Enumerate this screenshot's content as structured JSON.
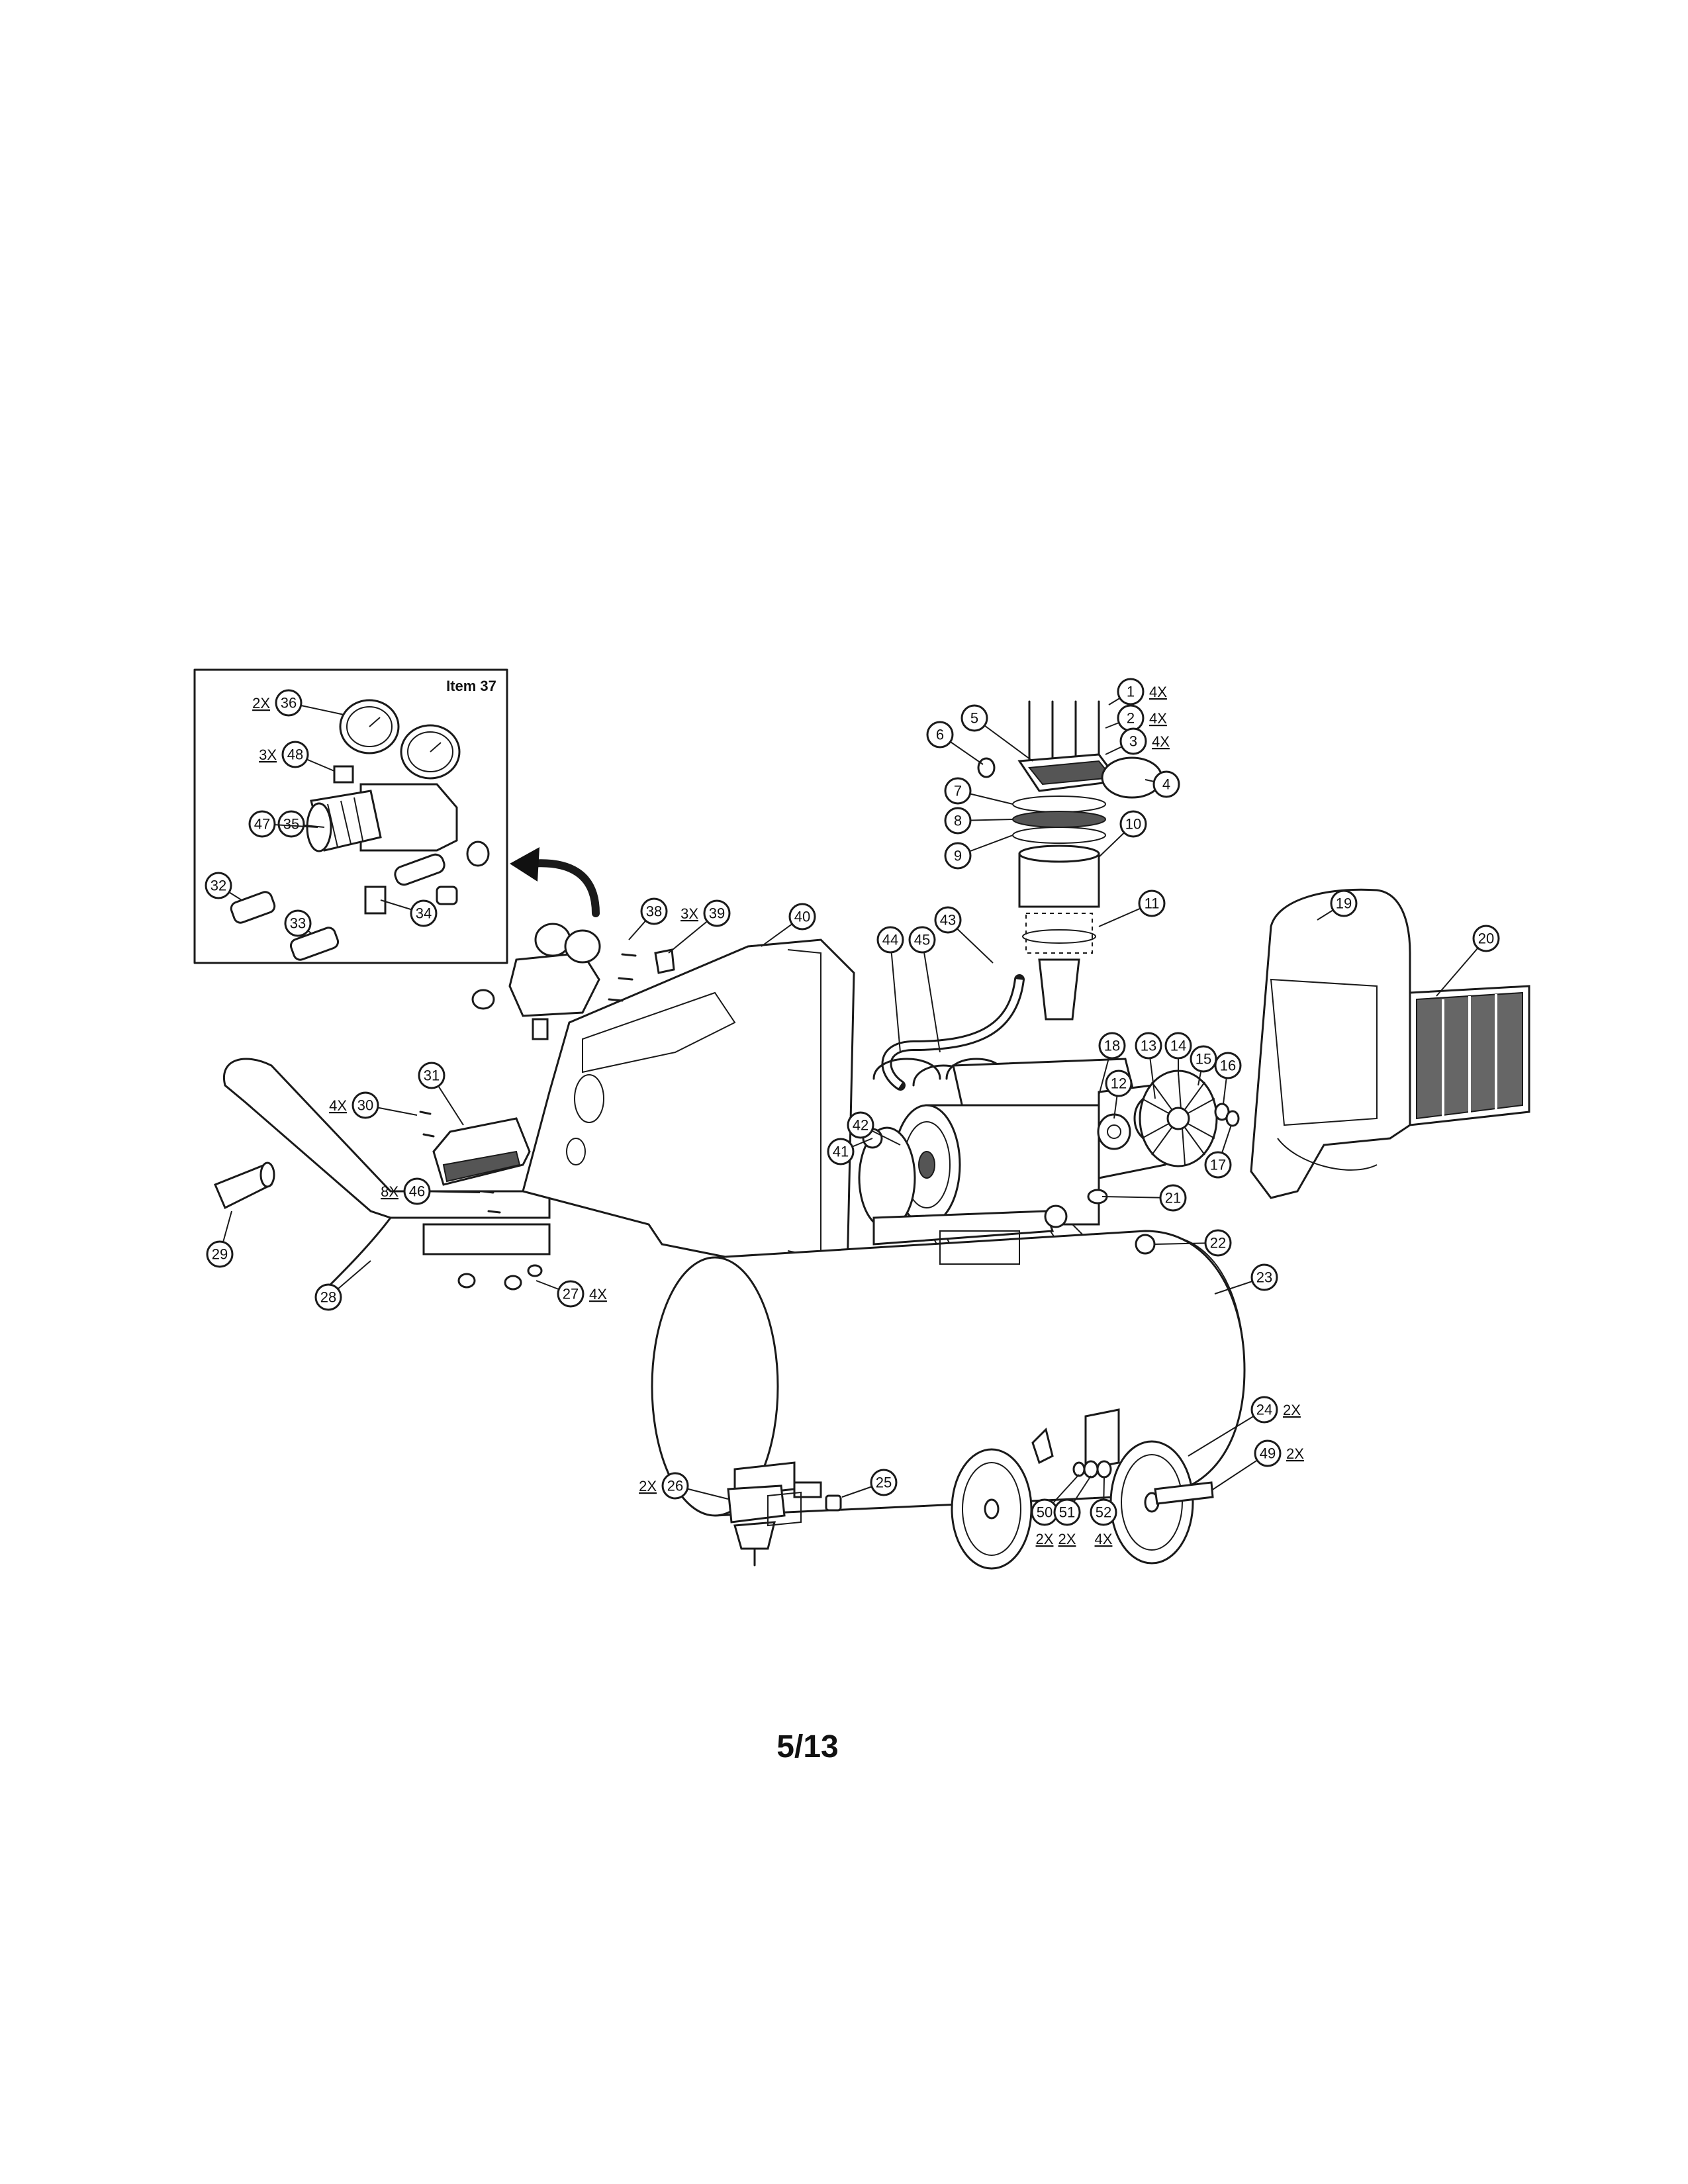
{
  "inset": {
    "title": "Item 37"
  },
  "callouts": [
    {
      "n": "1",
      "qty": "4X"
    },
    {
      "n": "2",
      "qty": "4X"
    },
    {
      "n": "3",
      "qty": "4X"
    },
    {
      "n": "4",
      "qty": ""
    },
    {
      "n": "5",
      "qty": ""
    },
    {
      "n": "6",
      "qty": ""
    },
    {
      "n": "7",
      "qty": ""
    },
    {
      "n": "8",
      "qty": ""
    },
    {
      "n": "9",
      "qty": ""
    },
    {
      "n": "10",
      "qty": ""
    },
    {
      "n": "11",
      "qty": ""
    },
    {
      "n": "12",
      "qty": ""
    },
    {
      "n": "13",
      "qty": ""
    },
    {
      "n": "14",
      "qty": ""
    },
    {
      "n": "15",
      "qty": ""
    },
    {
      "n": "16",
      "qty": ""
    },
    {
      "n": "17",
      "qty": ""
    },
    {
      "n": "18",
      "qty": ""
    },
    {
      "n": "19",
      "qty": ""
    },
    {
      "n": "20",
      "qty": ""
    },
    {
      "n": "21",
      "qty": ""
    },
    {
      "n": "22",
      "qty": ""
    },
    {
      "n": "23",
      "qty": ""
    },
    {
      "n": "24",
      "qty": "2X"
    },
    {
      "n": "25",
      "qty": ""
    },
    {
      "n": "26",
      "qty": "2X"
    },
    {
      "n": "27",
      "qty": "4X"
    },
    {
      "n": "28",
      "qty": ""
    },
    {
      "n": "29",
      "qty": ""
    },
    {
      "n": "30",
      "qty": "4X"
    },
    {
      "n": "31",
      "qty": ""
    },
    {
      "n": "32",
      "qty": ""
    },
    {
      "n": "33",
      "qty": ""
    },
    {
      "n": "34",
      "qty": ""
    },
    {
      "n": "35",
      "qty": ""
    },
    {
      "n": "36",
      "qty": "2X"
    },
    {
      "n": "38",
      "qty": ""
    },
    {
      "n": "39",
      "qty": "3X"
    },
    {
      "n": "40",
      "qty": ""
    },
    {
      "n": "41",
      "qty": ""
    },
    {
      "n": "42",
      "qty": ""
    },
    {
      "n": "43",
      "qty": ""
    },
    {
      "n": "44",
      "qty": ""
    },
    {
      "n": "45",
      "qty": ""
    },
    {
      "n": "46",
      "qty": "8X"
    },
    {
      "n": "47",
      "qty": ""
    },
    {
      "n": "48",
      "qty": "3X"
    },
    {
      "n": "49",
      "qty": "2X"
    },
    {
      "n": "50",
      "qty": "2X"
    },
    {
      "n": "51",
      "qty": "2X"
    },
    {
      "n": "52",
      "qty": "4X"
    }
  ],
  "page_number": "5/13"
}
